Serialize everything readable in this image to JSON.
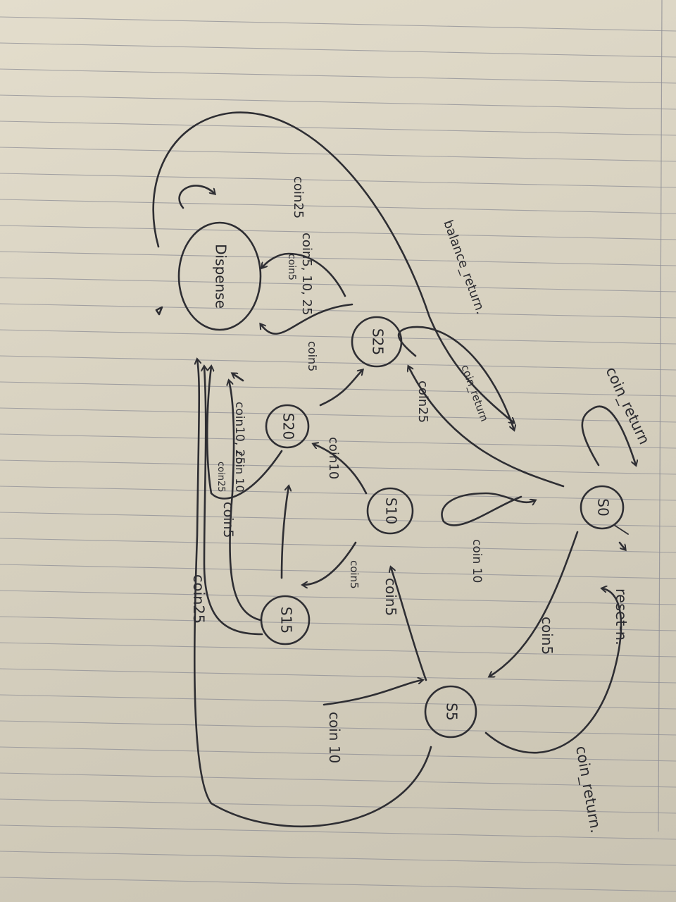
{
  "diagram": {
    "states": [
      {
        "id": "s0",
        "label": "S0"
      },
      {
        "id": "s5",
        "label": "S5"
      },
      {
        "id": "s10",
        "label": "S10"
      },
      {
        "id": "s15",
        "label": "S15"
      },
      {
        "id": "s20",
        "label": "S20"
      },
      {
        "id": "s25",
        "label": "S25"
      },
      {
        "id": "dispense",
        "label": "Dispense"
      }
    ],
    "transitions": [
      {
        "name": "reset",
        "label": "reset-n."
      },
      {
        "name": "coin-return-top",
        "label": "coin_return"
      },
      {
        "name": "coin-return-right",
        "label": "coin_return."
      },
      {
        "name": "s0-s5-coin5",
        "label": "coin5"
      },
      {
        "name": "s5-s10-coin5",
        "label": "coin5"
      },
      {
        "name": "s0-s10-coin10",
        "label": "coin 10"
      },
      {
        "name": "s10-s15-coin5",
        "label": "coin5"
      },
      {
        "name": "s5-s15-coin10",
        "label": "coin 10"
      },
      {
        "name": "s15-s20-coin5",
        "label": "coin5"
      },
      {
        "name": "s10-s20-coin10",
        "label": "coin10"
      },
      {
        "name": "s20-s25-coin5",
        "label": "coin5"
      },
      {
        "name": "s25-return",
        "label": "coin_return"
      },
      {
        "name": "s0-s25-coin25",
        "label": "coin25"
      },
      {
        "name": "s20-coin25",
        "label": "coin25"
      },
      {
        "name": "s20-coin10-25",
        "label": "coin10, 25"
      },
      {
        "name": "s15-coin10",
        "label": "coin 10"
      },
      {
        "name": "s15-coin25",
        "label": "coin25"
      },
      {
        "name": "s5-coin25",
        "label": "coin25"
      },
      {
        "name": "s25-coin10-25",
        "label": "coin5, 10, 25"
      },
      {
        "name": "s25-coin5",
        "label": "coin5"
      },
      {
        "name": "balance-return",
        "label": "balance_return."
      }
    ]
  },
  "colors": {
    "ink": "#2e2e33",
    "paper": "#ddd7c7",
    "rule": "#8f8f96"
  }
}
